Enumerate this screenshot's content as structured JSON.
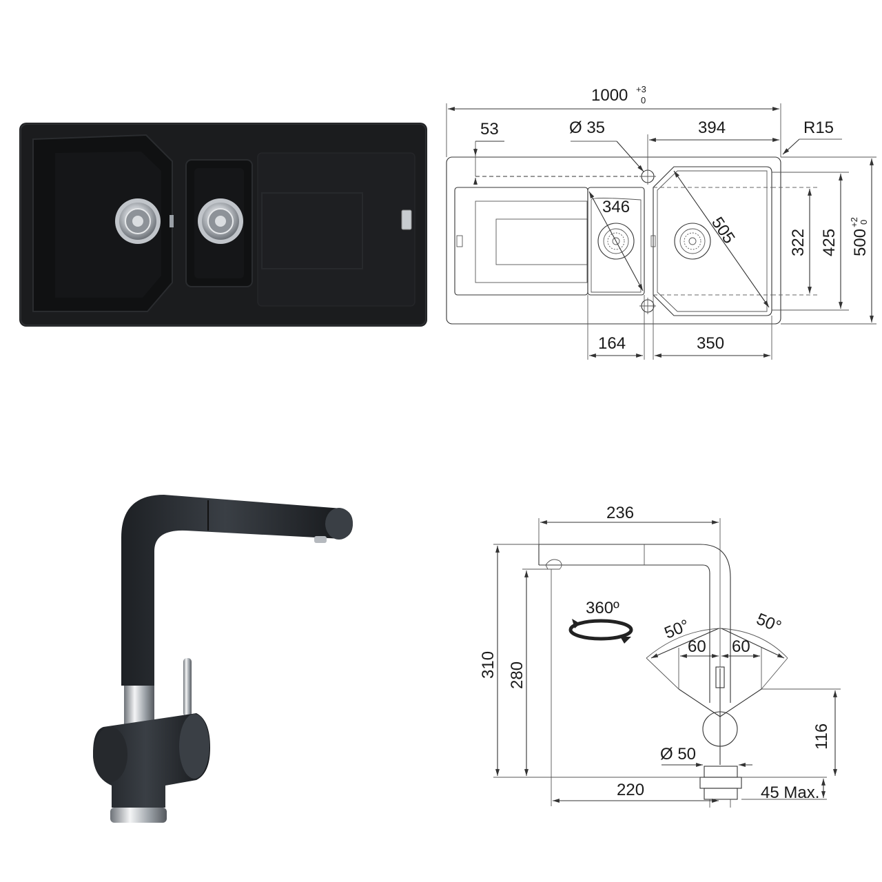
{
  "sink_drawing": {
    "overall_width": "1000",
    "overall_width_tol_top": "+3",
    "overall_width_tol_bottom": "0",
    "tap_offset": "53",
    "tap_hole": "Ø 35",
    "main_bowl_width": "394",
    "corner_radius": "R15",
    "small_bowl_diagonal": "346",
    "main_bowl_diagonal": "505",
    "bowl_depth_inner": "322",
    "bowl_depth_outer": "425",
    "overall_depth": "500",
    "overall_depth_tol_top": "+2",
    "overall_depth_tol_bottom": "0",
    "small_bowl_width": "164",
    "main_bowl_bottom_width": "350"
  },
  "tap_drawing": {
    "spout_reach": "236",
    "total_height": "310",
    "spout_height": "280",
    "rotation": "360º",
    "lever_angle_left": "50°",
    "lever_angle_right": "50°",
    "lever_offset_left": "60",
    "lever_offset_right": "60",
    "lever_height": "116",
    "base_diameter": "Ø 50",
    "base_to_spout": "220",
    "max_deck": "45 Max."
  },
  "colors": {
    "granite": "#1b1c1e",
    "tap_body": "#2d3136",
    "chrome": "#c9ccd0"
  }
}
